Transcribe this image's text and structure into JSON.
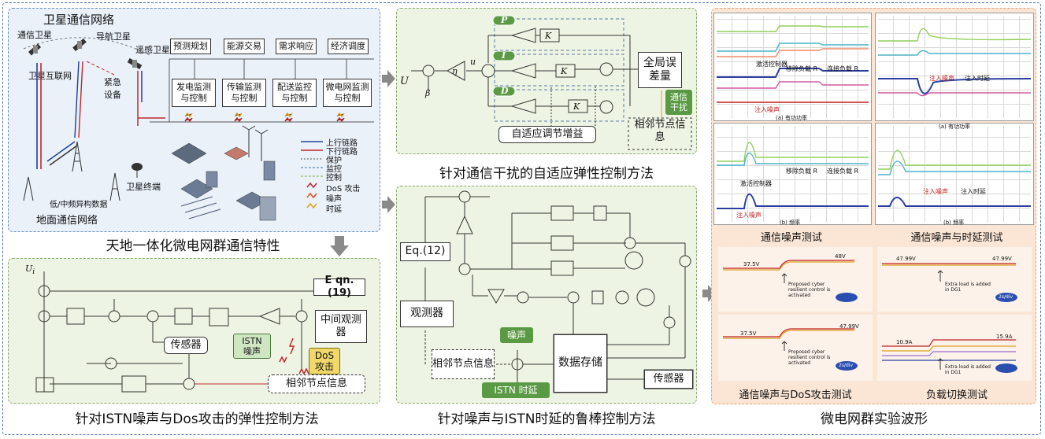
{
  "panel1": {
    "title": "卫星通信网络",
    "ground_title": "地面通信网络",
    "caption": "天地一体化微电网群通信特性",
    "labels": {
      "comm_sat": "通信卫星",
      "nav_sat": "导航卫星",
      "remote_sat": "遥感卫星",
      "internet_sat": "卫星互联网",
      "emergency": "紧急设备",
      "sat_terminal": "卫星终端",
      "low_mid_freq": "低/中频异构数据"
    },
    "top_boxes": [
      "预测规划",
      "能源交易",
      "需求响应",
      "经济调度"
    ],
    "mid_boxes": [
      "发电监测与控制",
      "传输监测与控制",
      "配送监控与控制",
      "微电网监测与控制"
    ],
    "legend": [
      "上行链路",
      "下行链路",
      "保护",
      "监控",
      "控制",
      "DoS 攻击",
      "噪声",
      "时延"
    ]
  },
  "panel2": {
    "caption": "针对通信干扰的自适应弹性控制方法",
    "P": "P",
    "I": "I",
    "D": "D",
    "global_error": "全局误差量",
    "comm_interference": "通信干扰",
    "neighbor_info": "相邻节点信息",
    "adaptive_gain": "自适应调节增益",
    "Ui": "U",
    "eta": "η",
    "beta": "β",
    "ui": "u",
    "KP": "K",
    "KI": "K",
    "KD": "K"
  },
  "panel3": {
    "caption": "针对ISTN噪声与Dos攻击的弹性控制方法",
    "eqn": "E qn.(19)",
    "observer": "中间观测器",
    "sensor": "传感器",
    "istn_noise": "ISTN噪声",
    "dos": "DoS攻击",
    "neighbor": "相邻节点信息"
  },
  "panel4": {
    "caption": "针对噪声与ISTN时延的鲁棒控制方法",
    "eq12": "Eq.(12)",
    "observer": "观测器",
    "neighbor": "相邻节点信息",
    "noise": "噪声",
    "istn_delay": "ISTN 时延",
    "storage": "数据存储",
    "sensor": "传感器"
  },
  "panel5": {
    "caption": "微电网群实验波形",
    "sub_noise": "通信噪声测试",
    "sub_noise_delay": "通信噪声与时延测试",
    "sub_noise_dos": "通信噪声与DoS攻击测试",
    "sub_load": "负载切换测试",
    "scope_labels": {
      "inject_noise": "注入噪声",
      "inject_delay": "注入时延",
      "activate": "激活控制器",
      "move_load": "移除负载 R",
      "connect_load": "连接负载 R",
      "active_power": "(a) 有功功率",
      "freq": "(b) 频率",
      "v375": "37.5V",
      "v48": "48V",
      "v4799": "47.99V",
      "proposed": "Proposed cyber resilient control is activated",
      "extra_load": "Extra load is added in DG1",
      "a109": "10.9A",
      "a159": "15.9A",
      "time2": "2s/div"
    }
  },
  "colors": {
    "blue_panel": "#eaf1f9",
    "green_panel": "#eef4e3",
    "peach_panel": "#fbe6d6",
    "uplink": "#1f3f9a",
    "downlink": "#c0282d",
    "green_tag": "#5a9a44"
  }
}
